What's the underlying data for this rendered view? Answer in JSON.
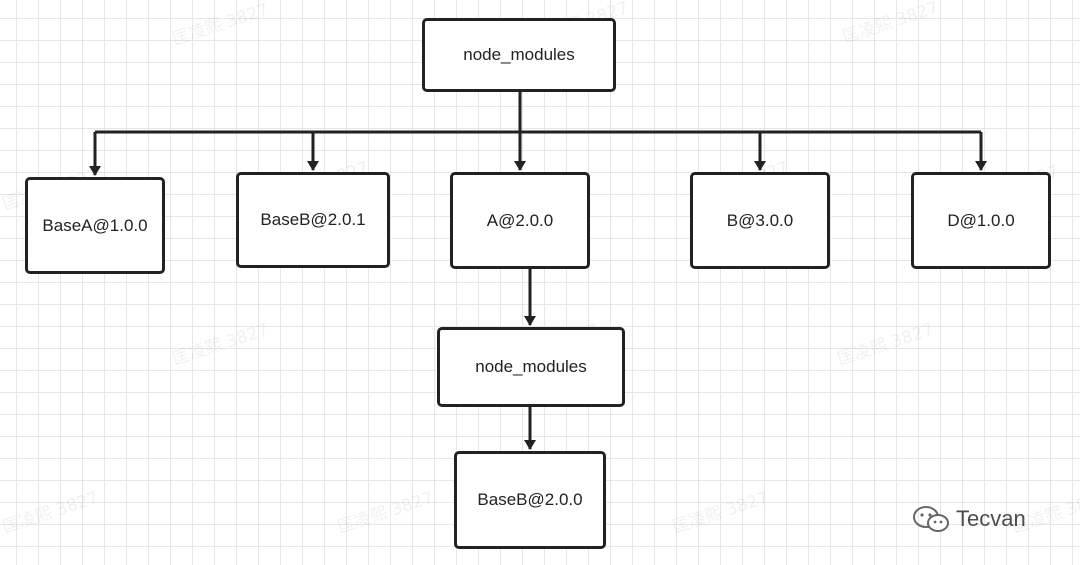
{
  "diagram": {
    "root": {
      "label": "node_modules"
    },
    "children": [
      {
        "label": "BaseA@1.0.0"
      },
      {
        "label": "BaseB@2.0.1"
      },
      {
        "label": "A@2.0.0"
      },
      {
        "label": "B@3.0.0"
      },
      {
        "label": "D@1.0.0"
      }
    ],
    "nested": {
      "label": "node_modules",
      "child": {
        "label": "BaseB@2.0.0"
      }
    }
  },
  "watermark": {
    "text": "匡凌熙 3827"
  },
  "brand": {
    "name": "Tecvan",
    "icon": "wechat-icon"
  },
  "colors": {
    "line": "#222222",
    "grid": "#e6e6e6",
    "box_border": "#222222"
  }
}
